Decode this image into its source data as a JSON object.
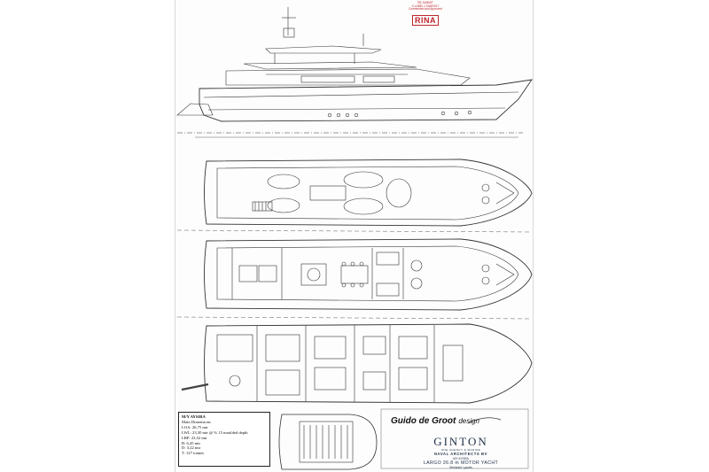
{
  "stamp": {
    "line1": "RE-SUBMIT",
    "line2": "X-LABEL 1 MAR2017",
    "line3": "Commented and Approved",
    "logo": "RINA",
    "small": "[stamp]"
  },
  "dimensions": {
    "vessel": "M/Y AYSIRA",
    "heading": "Main Dimensions",
    "rows": [
      "LOA: 26,75 mtr",
      "LWL: 23,30 mtr @ % 15 moulded depth",
      "LBP: 23,52 mtr",
      "B: 6,45 mtr",
      "D: 3,22 mtr",
      "T: 127 tonnes"
    ]
  },
  "designer": {
    "name": "Guido de Groot",
    "suffix": "design"
  },
  "builder": {
    "name": "GINTON",
    "tagline": "ONE AGENCY & MARINE",
    "architects": "NAVAL ARCHITECTS BV",
    "vessel_line": "M/Y AYSIRA",
    "project": "LARGO 26.8 m MOTOR YACHT",
    "note": "Steelweld / yachts"
  }
}
